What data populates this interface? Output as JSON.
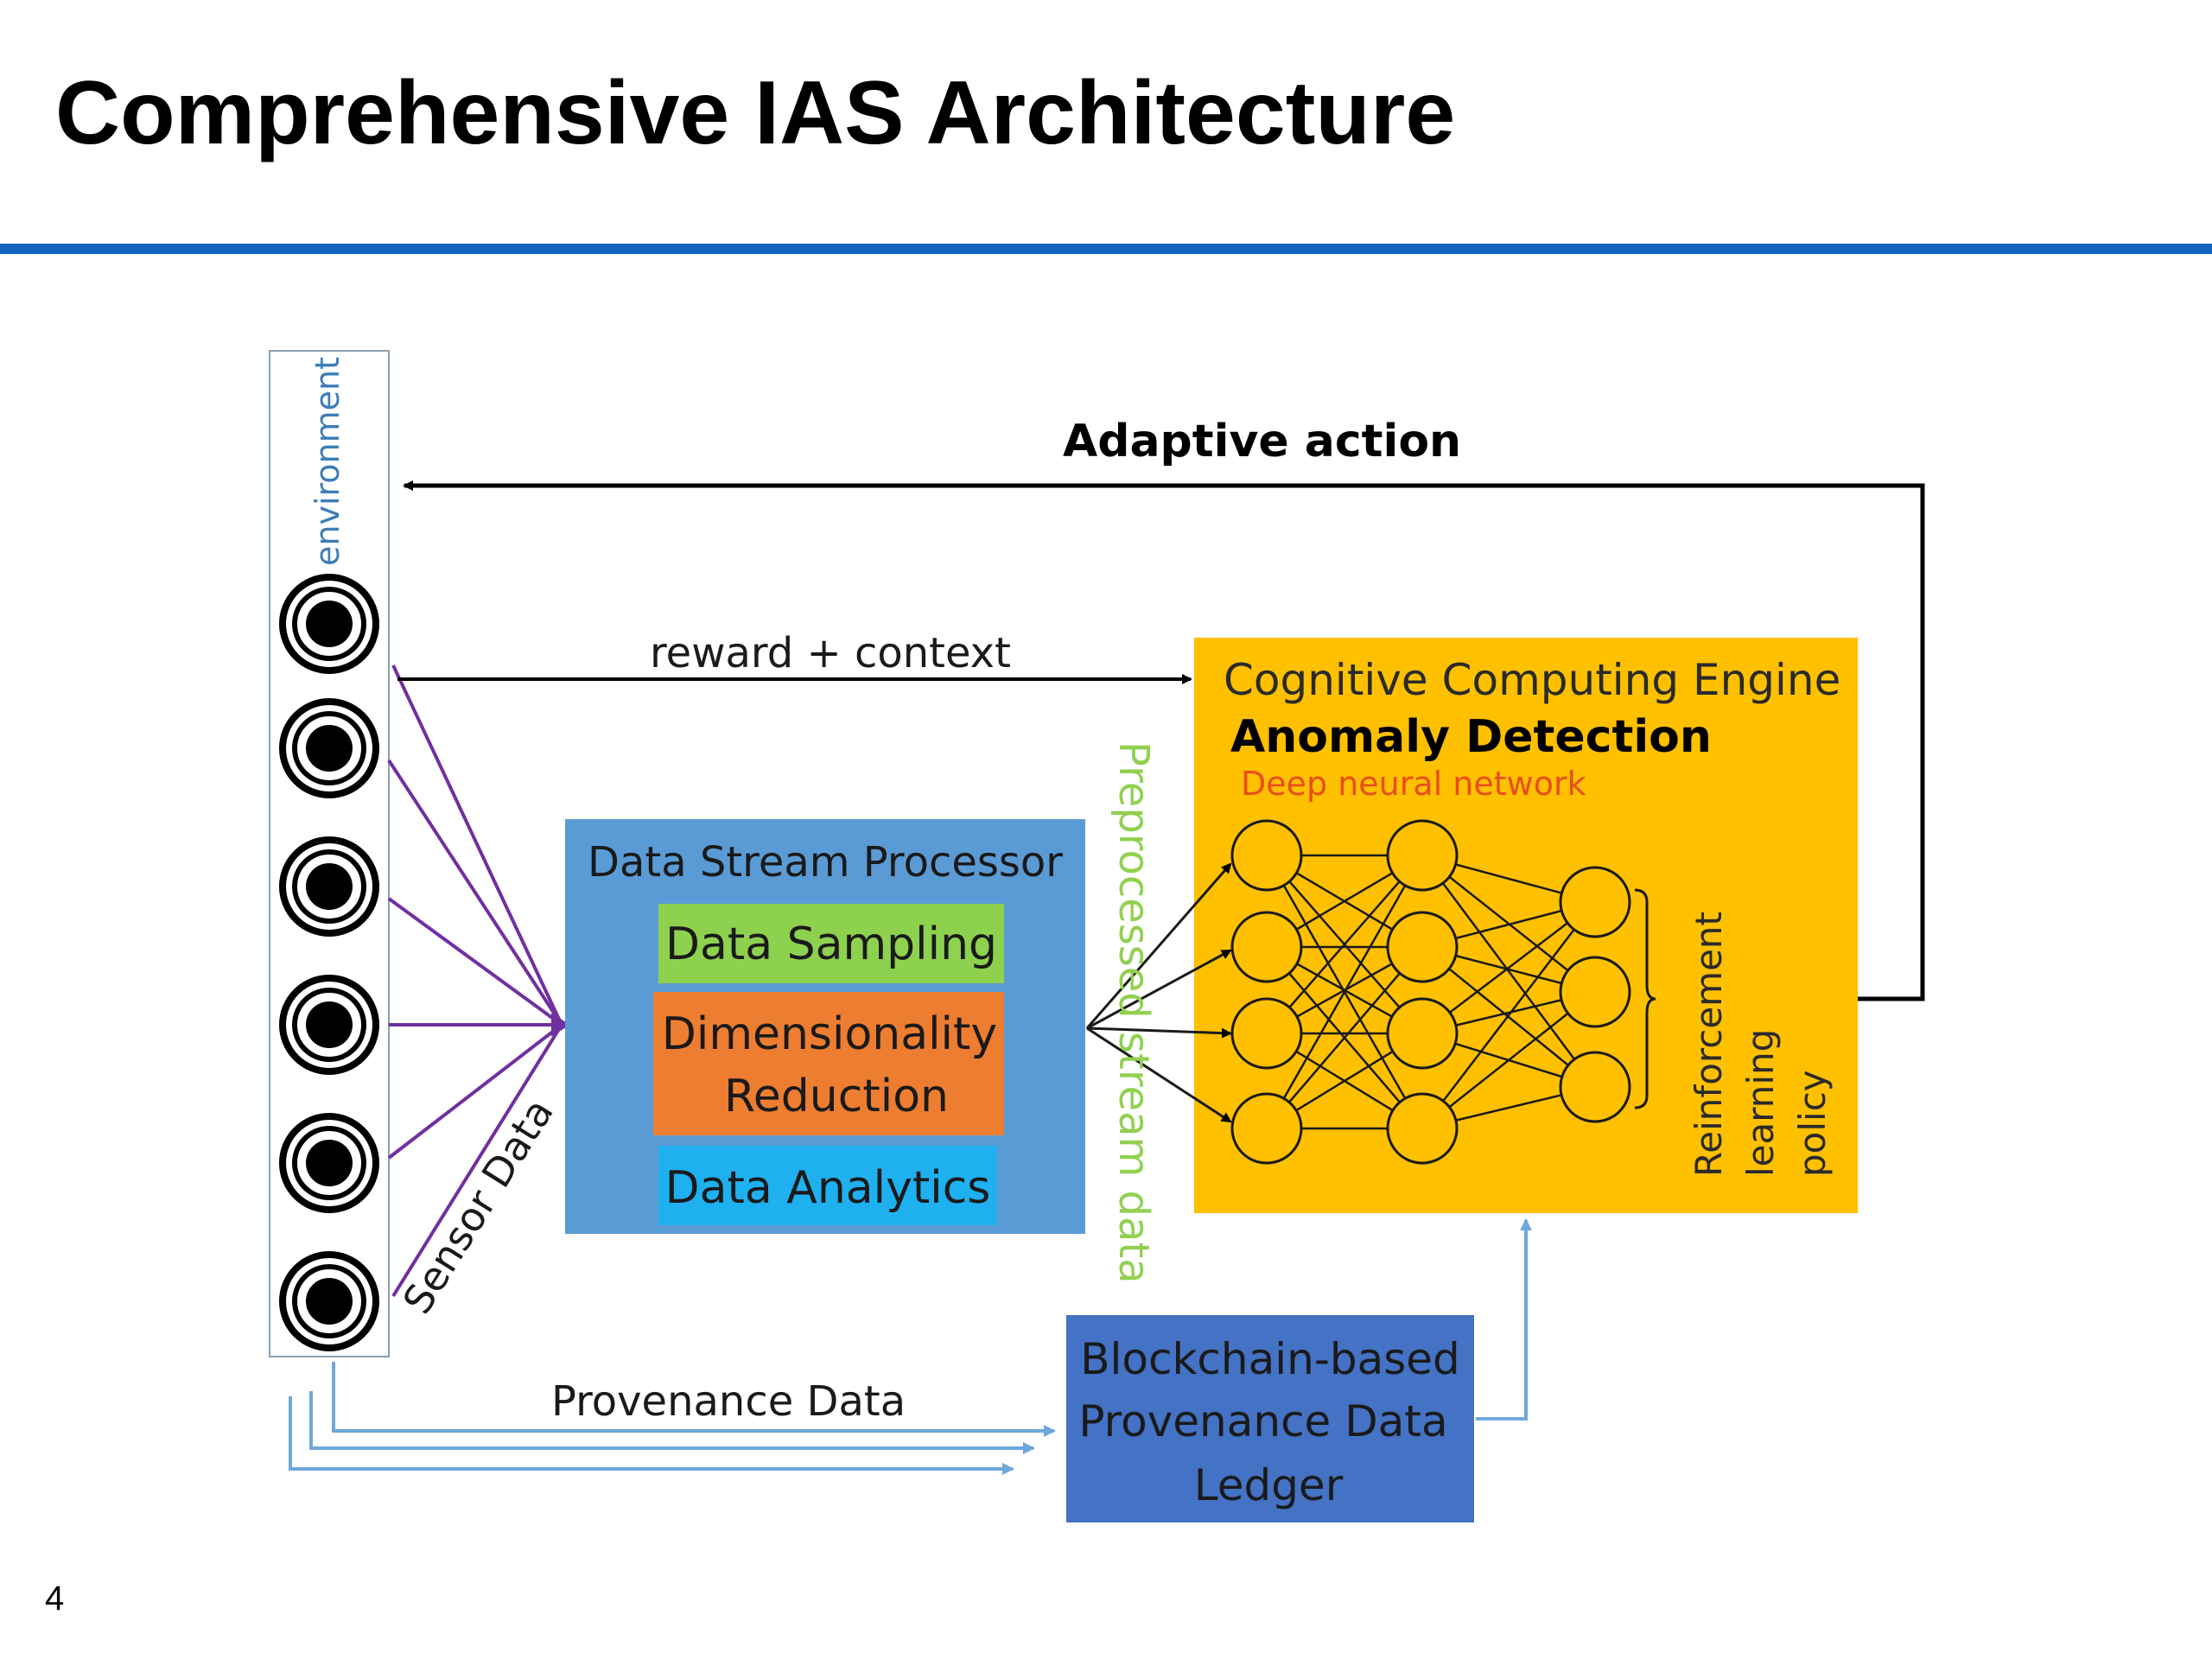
{
  "slide": {
    "title": "Comprehensive IAS Architecture",
    "page_number": "4"
  },
  "diagram": {
    "environment_label": "environment",
    "adaptive_action_label": "Adaptive action",
    "reward_context_label": "reward + context",
    "sensor_data_label": "Sensor Data",
    "provenance_data_label": "Provenance Data",
    "preprocessed_label": "Preprocessed stream data",
    "stream_processor": {
      "title": "Data Stream Processor",
      "sampling": "Data Sampling",
      "dimensionality_line1": "Dimensionality",
      "dimensionality_line2": "Reduction",
      "analytics": "Data Analytics"
    },
    "cognitive_engine": {
      "title": "Cognitive Computing Engine",
      "anomaly": "Anomaly Detection",
      "dnn": "Deep neural network",
      "rl_line1": "Reinforcement",
      "rl_line2": "learning",
      "rl_line3": "policy"
    },
    "ledger": {
      "line1": "Blockchain-based",
      "line2": "Provenance Data",
      "line3": "Ledger"
    },
    "colors": {
      "rule": "#1565C0",
      "stream_processor": "#5B9BD5",
      "sampling": "#8ED14F",
      "dimensionality": "#ED7D31",
      "analytics": "#1FB0F0",
      "engine": "#FFC000",
      "ledger": "#4472C4",
      "sensor_lines": "#7030A0",
      "provenance_lines": "#6FA8DC",
      "preprocessed_text": "#92D050",
      "dnn_text": "#E84E1B"
    }
  }
}
